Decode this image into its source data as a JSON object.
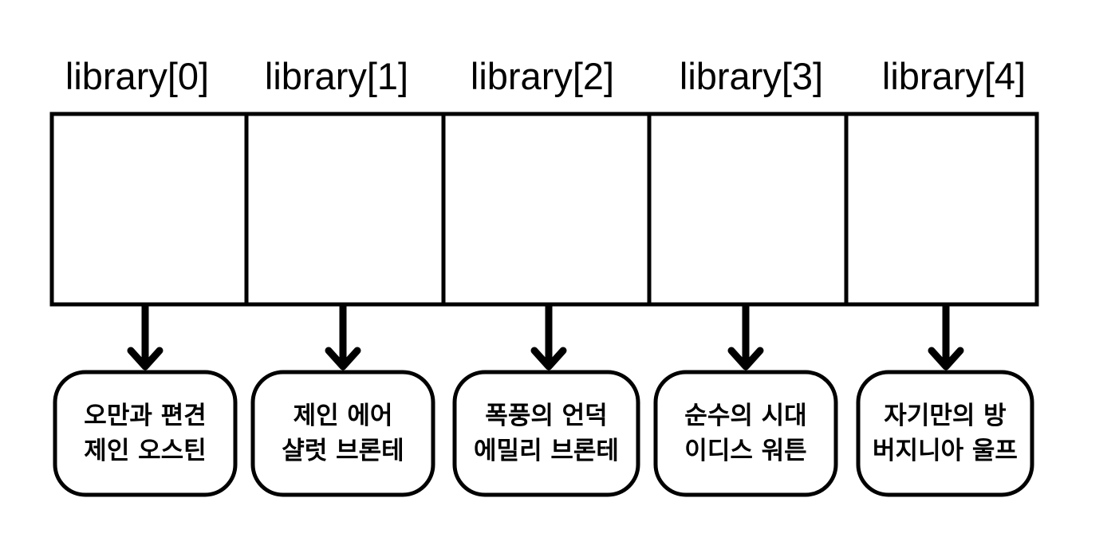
{
  "array": {
    "labels": [
      "library[0]",
      "library[1]",
      "library[2]",
      "library[3]",
      "library[4]"
    ]
  },
  "books": [
    {
      "title": "오만과 편견",
      "author": "제인 오스틴"
    },
    {
      "title": "제인 에어",
      "author": "샬럿 브론테"
    },
    {
      "title": "폭풍의 언덕",
      "author": "에밀리 브론테"
    },
    {
      "title": "순수의 시대",
      "author": "이디스 워튼"
    },
    {
      "title": "자기만의 방",
      "author": "버지니아 울프"
    }
  ]
}
